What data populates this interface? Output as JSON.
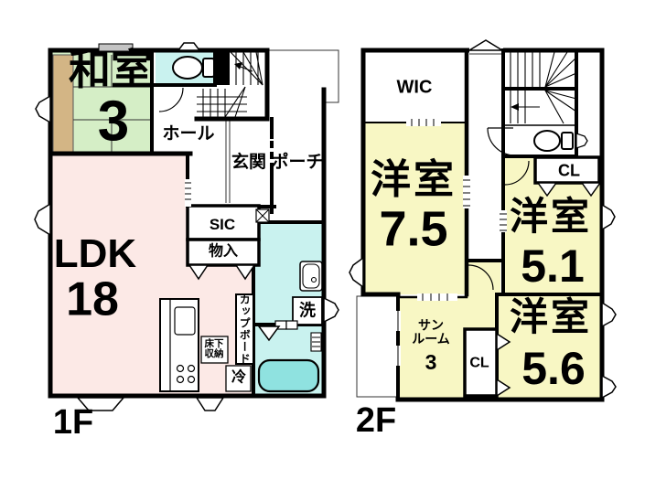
{
  "colors": {
    "tatami_green": "#d5eec6",
    "tokonoma_tan": "#d3b585",
    "water_cyan": "#c9f2ef",
    "bathtub_cyan": "#8fe2e0",
    "ldk_pink": "#fce9e6",
    "room_yellow": "#f8f7c4",
    "wall_black": "#000000",
    "window_gray": "#c4c4c4",
    "white": "#ffffff"
  },
  "floor1": {
    "label": "1F",
    "washitsu": {
      "name": "和室",
      "size": "3"
    },
    "hall": "ホール",
    "genkan": "玄関",
    "porch": "ポーチ",
    "sic": "SIC",
    "storage": "物入",
    "ldk": {
      "name": "LDK",
      "size": "18"
    },
    "cupboard": "カップボード",
    "underfloor": "床下\n収納",
    "fridge": "冷",
    "laundry": "洗"
  },
  "floor2": {
    "label": "2F",
    "wic": "WIC",
    "room75": {
      "name": "洋室",
      "size": "7.5"
    },
    "cl_upper": "CL",
    "room51": {
      "name": "洋室",
      "size": "5.1"
    },
    "room56": {
      "name": "洋室",
      "size": "5.6"
    },
    "sunroom": {
      "name": "サン\nルーム",
      "size": "3"
    },
    "cl_lower": "CL"
  }
}
